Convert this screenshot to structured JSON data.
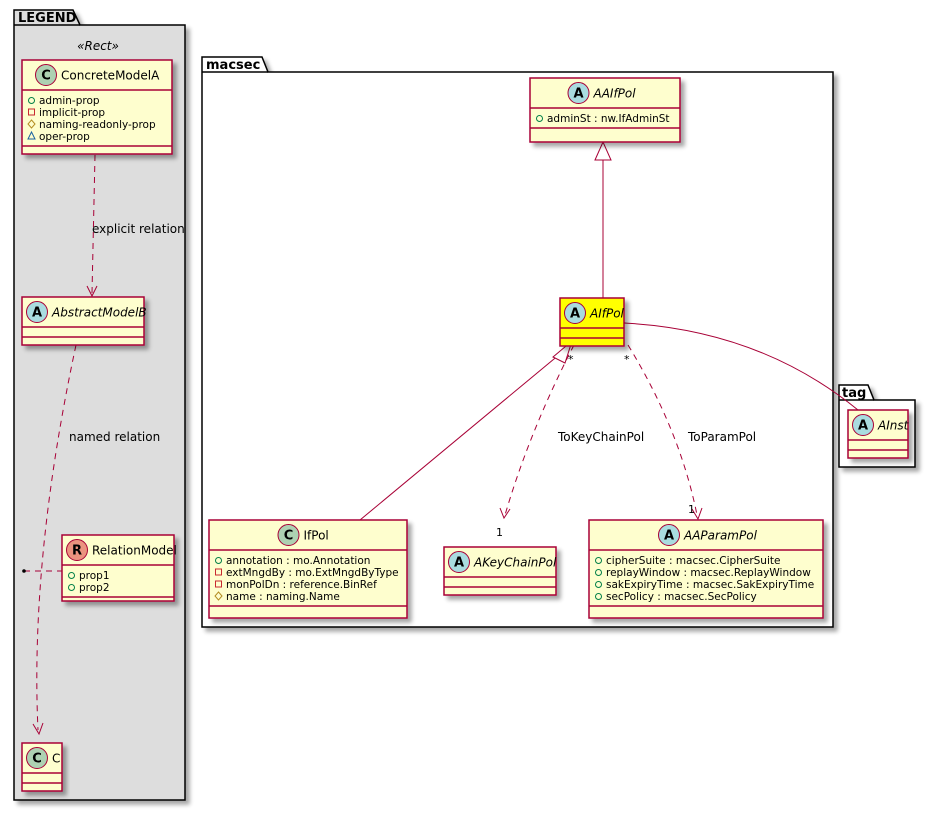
{
  "colors": {
    "class_fill": "#FEFECE",
    "class_border": "#A80036",
    "highlight_fill": "#FFFF00",
    "legend_fill": "#DDDDDD",
    "edge": "#A80036",
    "circle_class": "#ADD1B2",
    "circle_abstract": "#A9DCDF",
    "circle_relation": "#EB937F",
    "vis_public": "#038048",
    "vis_private": "#C82930",
    "vis_protected": "#B38D22",
    "vis_package": "#1963A0"
  },
  "packages": {
    "legend": {
      "title": "LEGEND",
      "stereotype": "«Rect»"
    },
    "macsec": {
      "title": "macsec"
    },
    "tag": {
      "title": "tag"
    }
  },
  "classes": {
    "concrete_model_a": {
      "name": "ConcreteModelA",
      "kind": "C",
      "attrs": [
        {
          "vis": "public",
          "text": "admin-prop"
        },
        {
          "vis": "private",
          "text": "implicit-prop"
        },
        {
          "vis": "protected",
          "text": "naming-readonly-prop"
        },
        {
          "vis": "package",
          "text": "oper-prop"
        }
      ]
    },
    "abstract_model_b": {
      "name": "AbstractModelB",
      "kind": "A",
      "attrs": []
    },
    "relation_model": {
      "name": "RelationModel",
      "kind": "R",
      "attrs": [
        {
          "vis": "public",
          "text": "prop1"
        },
        {
          "vis": "public",
          "text": "prop2"
        }
      ]
    },
    "c": {
      "name": "C",
      "kind": "C",
      "attrs": []
    },
    "aaifpol": {
      "name": "AAIfPol",
      "kind": "A",
      "attrs": [
        {
          "vis": "public",
          "text": "adminSt : nw.IfAdminSt"
        }
      ]
    },
    "aifpol": {
      "name": "AIfPol",
      "kind": "A",
      "attrs": []
    },
    "ifpol": {
      "name": "IfPol",
      "kind": "C",
      "attrs": [
        {
          "vis": "public",
          "text": "annotation : mo.Annotation"
        },
        {
          "vis": "private",
          "text": "extMngdBy : mo.ExtMngdByType"
        },
        {
          "vis": "private",
          "text": "monPolDn : reference.BinRef"
        },
        {
          "vis": "protected",
          "text": "name : naming.Name"
        }
      ]
    },
    "akeychainpol": {
      "name": "AKeyChainPol",
      "kind": "A",
      "attrs": []
    },
    "aaparampol": {
      "name": "AAParamPol",
      "kind": "A",
      "attrs": [
        {
          "vis": "public",
          "text": "cipherSuite : macsec.CipherSuite"
        },
        {
          "vis": "public",
          "text": "replayWindow : macsec.ReplayWindow"
        },
        {
          "vis": "public",
          "text": "sakExpiryTime : macsec.SakExpiryTime"
        },
        {
          "vis": "public",
          "text": "secPolicy : macsec.SecPolicy"
        }
      ]
    },
    "ainst": {
      "name": "AInst",
      "kind": "A",
      "attrs": []
    }
  },
  "edges": {
    "explicit_relation": "explicit relation",
    "named_relation": "named relation",
    "to_key_chain_pol": "ToKeyChainPol",
    "to_param_pol": "ToParamPol",
    "mult_star_1": "*",
    "mult_star_2": "*",
    "mult_one_1": "1",
    "mult_one_2": "1"
  }
}
